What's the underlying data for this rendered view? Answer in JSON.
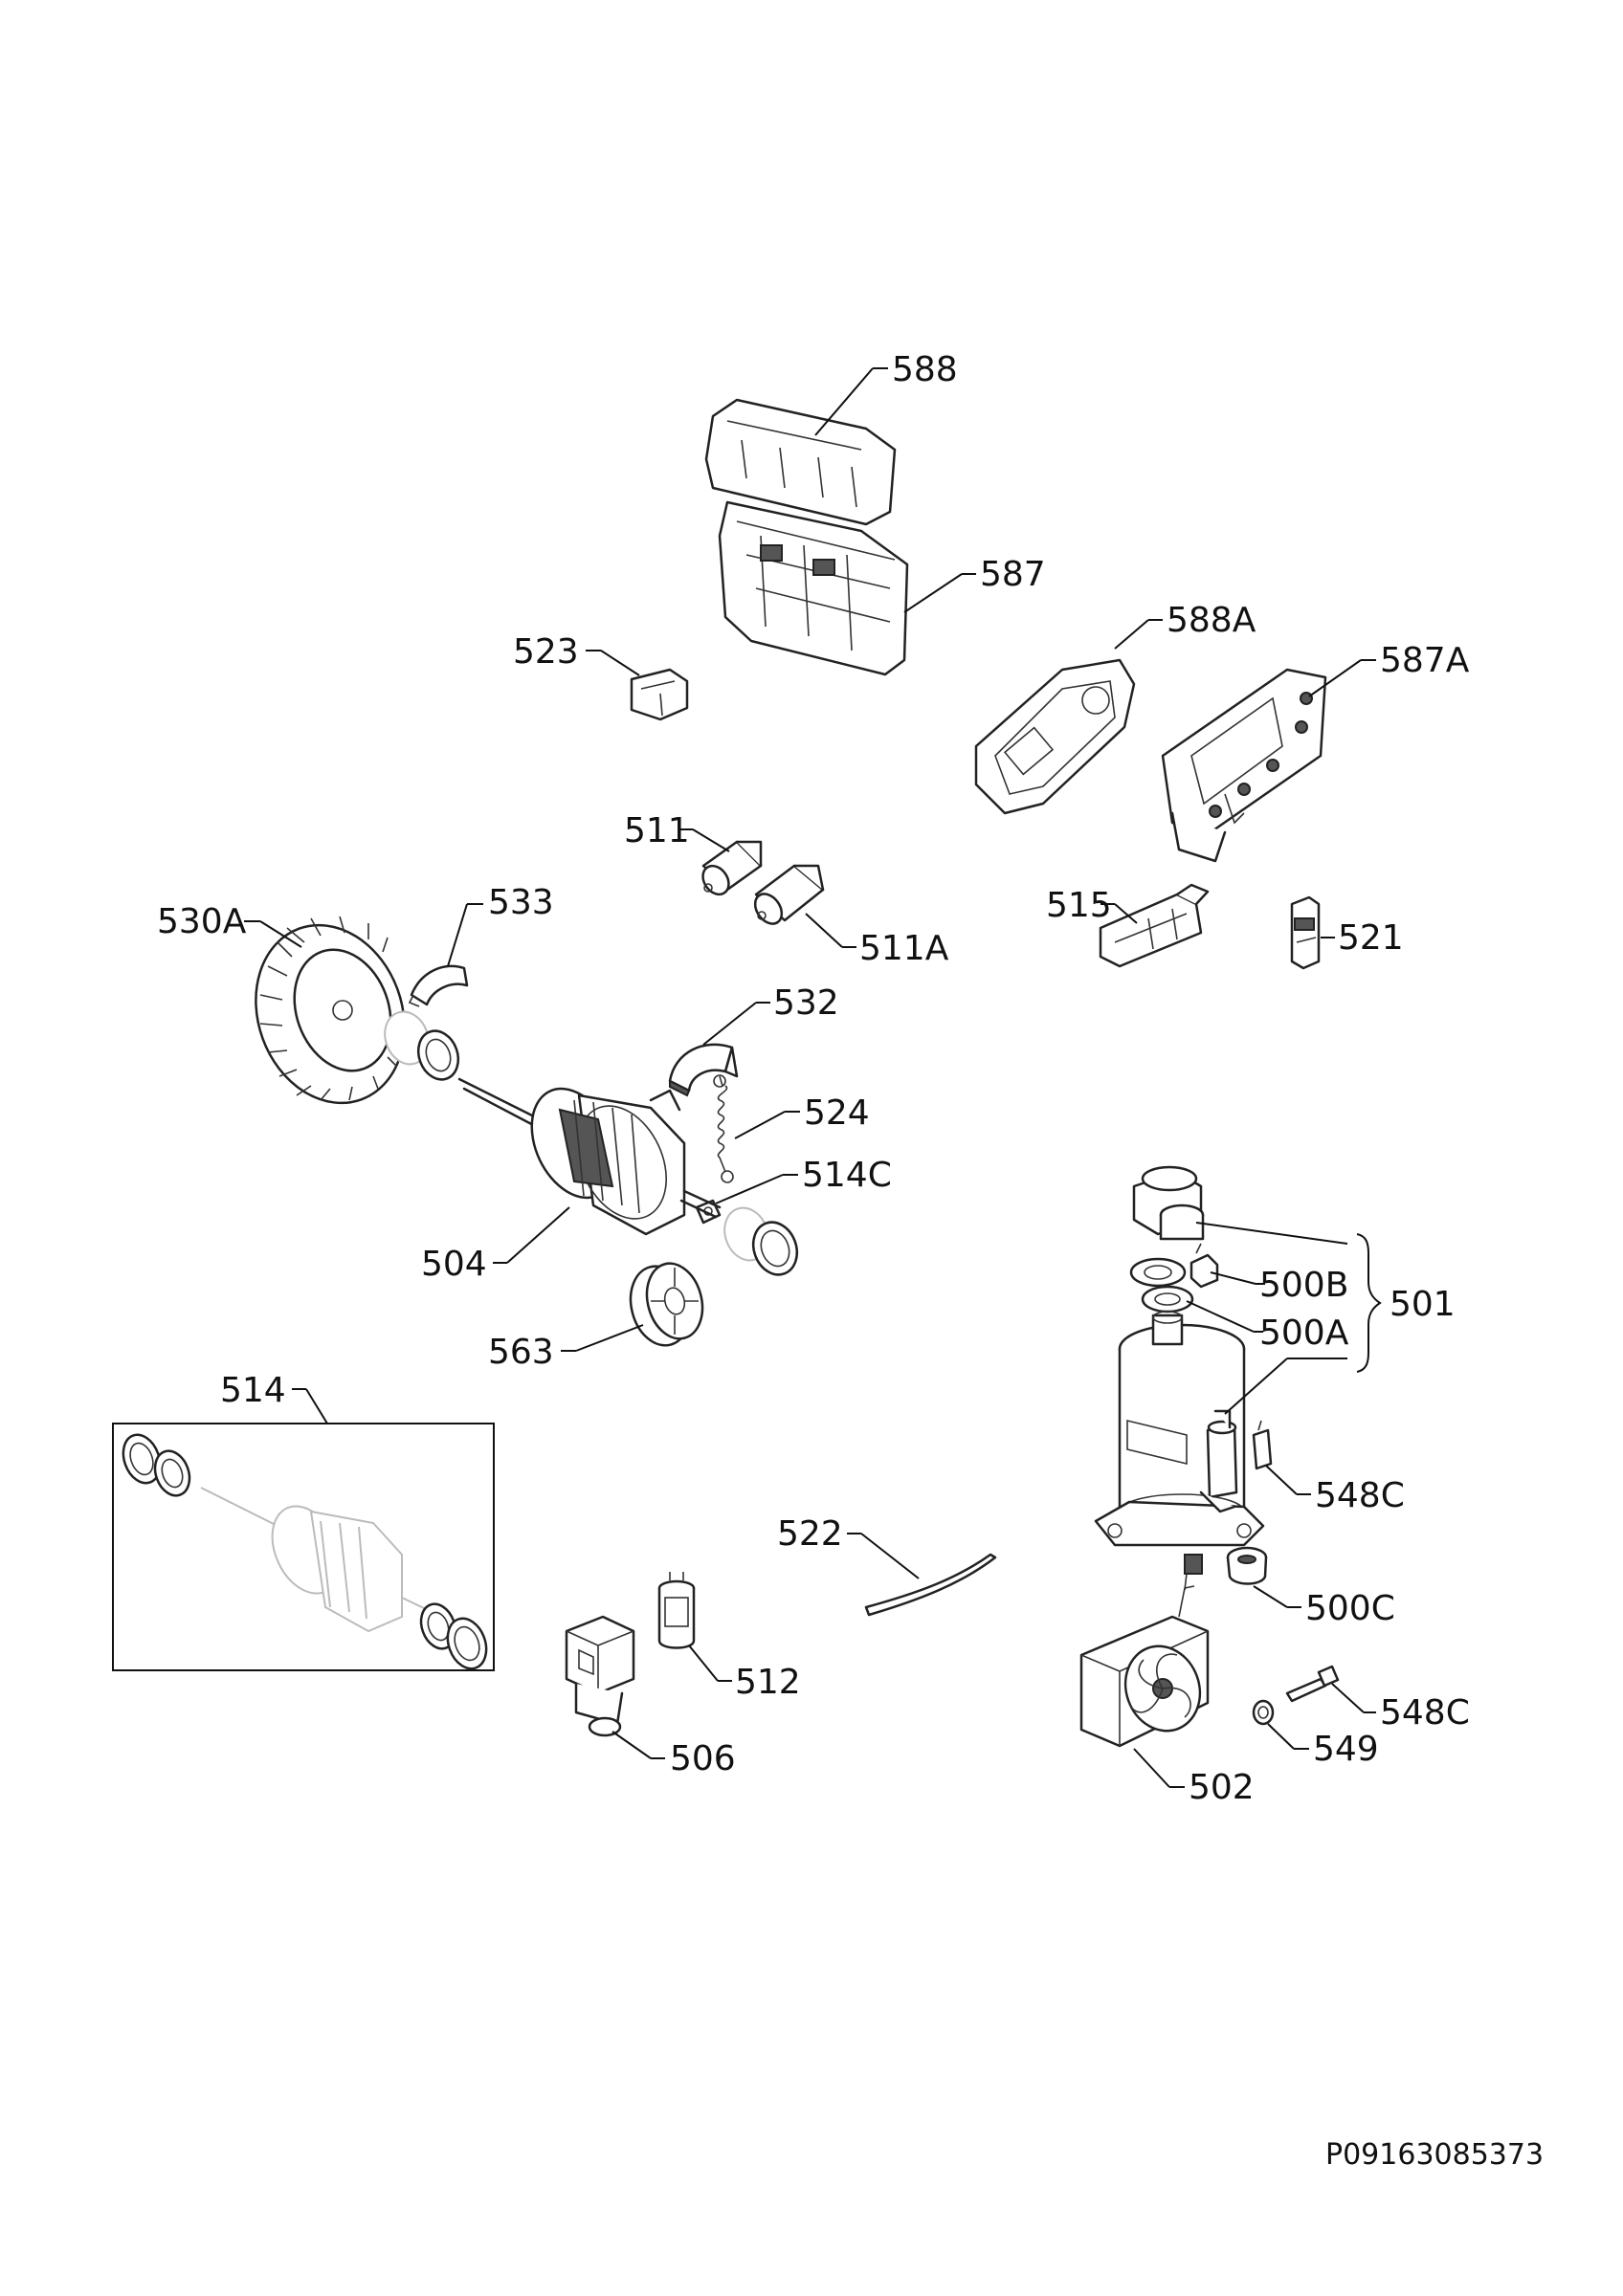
{
  "document_id": "P09163085373",
  "callouts": {
    "c588": "588",
    "c587": "587",
    "c588A": "588A",
    "c587A": "587A",
    "c523": "523",
    "c511": "511",
    "c511A": "511A",
    "c515": "515",
    "c521": "521",
    "c530A": "530A",
    "c533": "533",
    "c532": "532",
    "c524": "524",
    "c514C": "514C",
    "c504": "504",
    "c563": "563",
    "c500B": "500B",
    "c500A": "500A",
    "c501": "501",
    "c514": "514",
    "c548C_top": "548C",
    "c522": "522",
    "c500C": "500C",
    "c512": "512",
    "c506": "506",
    "c548C_bottom": "548C",
    "c549": "549",
    "c502": "502"
  }
}
